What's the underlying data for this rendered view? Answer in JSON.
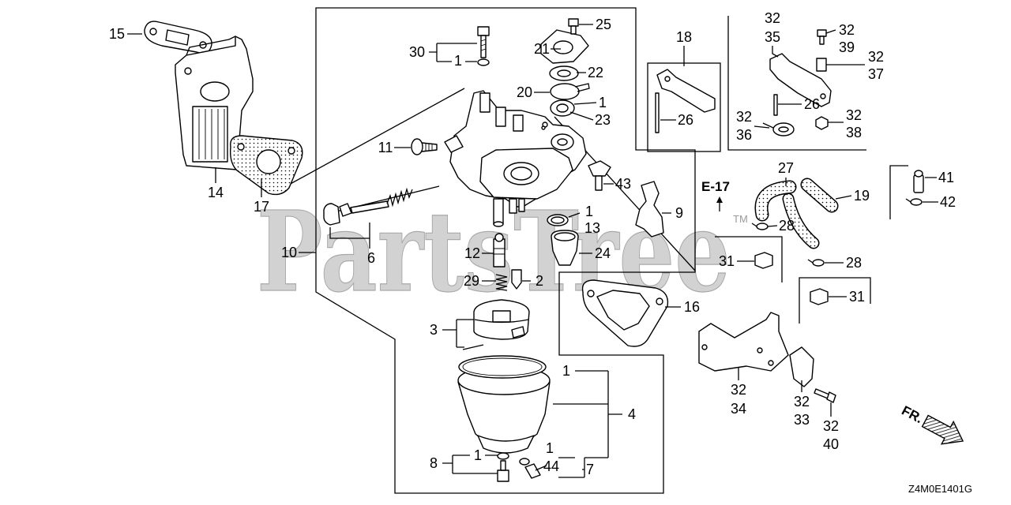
{
  "diagram": {
    "watermark": {
      "brand": "PartsTree",
      "trademark": "TM"
    },
    "reference_label": "E-17",
    "direction_label": "FR.",
    "diagram_code": "Z4M0E1401G",
    "colors": {
      "line": "#000000",
      "watermark": "#cbcbcb",
      "background": "#ffffff"
    },
    "callouts": [
      "15",
      "30",
      "1",
      "21",
      "25",
      "22",
      "20",
      "1",
      "23",
      "18",
      "26",
      "32",
      "35",
      "32",
      "39",
      "32",
      "37",
      "26",
      "32",
      "36",
      "32",
      "38",
      "11",
      "14",
      "17",
      "43",
      "9",
      "27",
      "19",
      "41",
      "42",
      "1",
      "13",
      "28",
      "10",
      "6",
      "12",
      "24",
      "31",
      "28",
      "29",
      "2",
      "16",
      "31",
      "3",
      "1",
      "4",
      "32",
      "34",
      "32",
      "33",
      "32",
      "40",
      "1",
      "44",
      "8",
      "1",
      "7"
    ]
  }
}
